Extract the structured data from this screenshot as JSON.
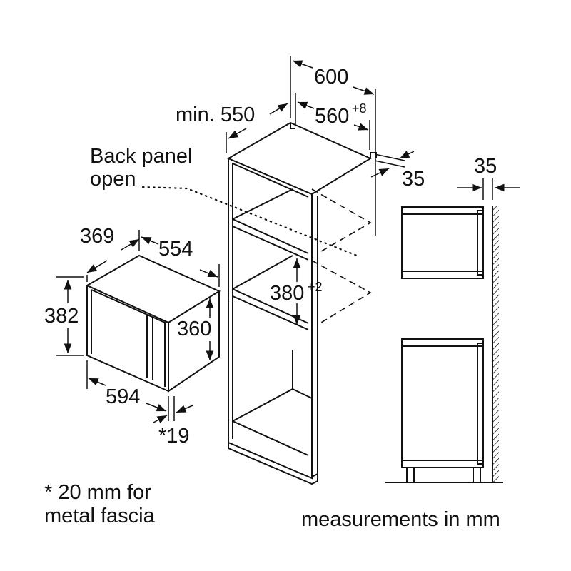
{
  "labels": {
    "width_600": "600",
    "min_label": "min. 550",
    "niche_width": "560",
    "niche_width_tol": "+8",
    "back_gap": "35",
    "back_panel": [
      "Back panel",
      "open"
    ],
    "depth_369": "369",
    "width_554": "554",
    "height_382": "382",
    "height_360": "360",
    "niche_height": "380",
    "niche_height_tol": "+2",
    "front_594": "594",
    "fascia_19": "*19",
    "side_gap": "35",
    "footnote": [
      "* 20 mm for",
      "metal fascia"
    ],
    "units_note": "measurements in mm"
  }
}
